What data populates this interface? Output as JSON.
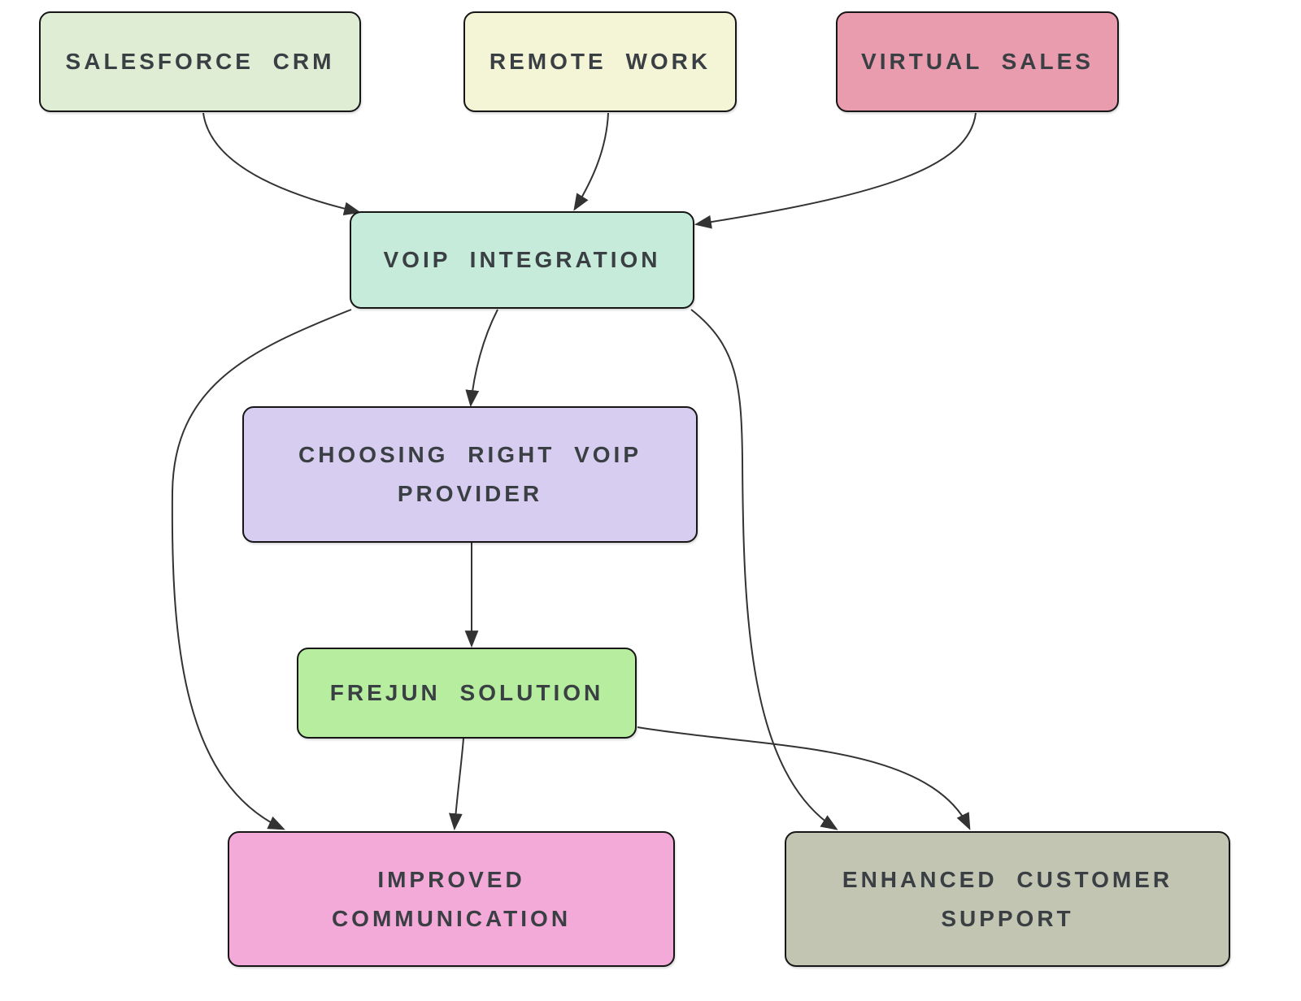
{
  "diagram": {
    "type": "flowchart",
    "direction": "top-down",
    "background_color": "#ffffff",
    "edge_color": "#333333",
    "node_border_color": "#161616",
    "node_text_color": "#3a3f43"
  },
  "nodes": {
    "salesforce": {
      "label": "SALESFORCE CRM",
      "fill": "#dfedd5"
    },
    "remote": {
      "label": "REMOTE WORK",
      "fill": "#f3f5d6"
    },
    "virtual": {
      "label": "VIRTUAL SALES",
      "fill": "#e89cae"
    },
    "voip": {
      "label": "VOIP INTEGRATION",
      "fill": "#c6ebda"
    },
    "choosing": {
      "label": "CHOOSING RIGHT VOIP PROVIDER",
      "fill": "#d7cdf0"
    },
    "frejun": {
      "label": "FREJUN SOLUTION",
      "fill": "#b6ed9f"
    },
    "improved": {
      "label": "IMPROVED COMMUNICATION",
      "fill": "#f4aad8"
    },
    "enhanced": {
      "label": "ENHANCED CUSTOMER SUPPORT",
      "fill": "#c3c5b3"
    }
  },
  "edges": [
    {
      "from": "SALESFORCE CRM",
      "to": "VOIP INTEGRATION"
    },
    {
      "from": "REMOTE WORK",
      "to": "VOIP INTEGRATION"
    },
    {
      "from": "VIRTUAL SALES",
      "to": "VOIP INTEGRATION"
    },
    {
      "from": "VOIP INTEGRATION",
      "to": "CHOOSING RIGHT VOIP PROVIDER"
    },
    {
      "from": "VOIP INTEGRATION",
      "to": "IMPROVED COMMUNICATION"
    },
    {
      "from": "VOIP INTEGRATION",
      "to": "ENHANCED CUSTOMER SUPPORT"
    },
    {
      "from": "CHOOSING RIGHT VOIP PROVIDER",
      "to": "FREJUN SOLUTION"
    },
    {
      "from": "FREJUN SOLUTION",
      "to": "IMPROVED COMMUNICATION"
    },
    {
      "from": "FREJUN SOLUTION",
      "to": "ENHANCED CUSTOMER SUPPORT"
    }
  ]
}
